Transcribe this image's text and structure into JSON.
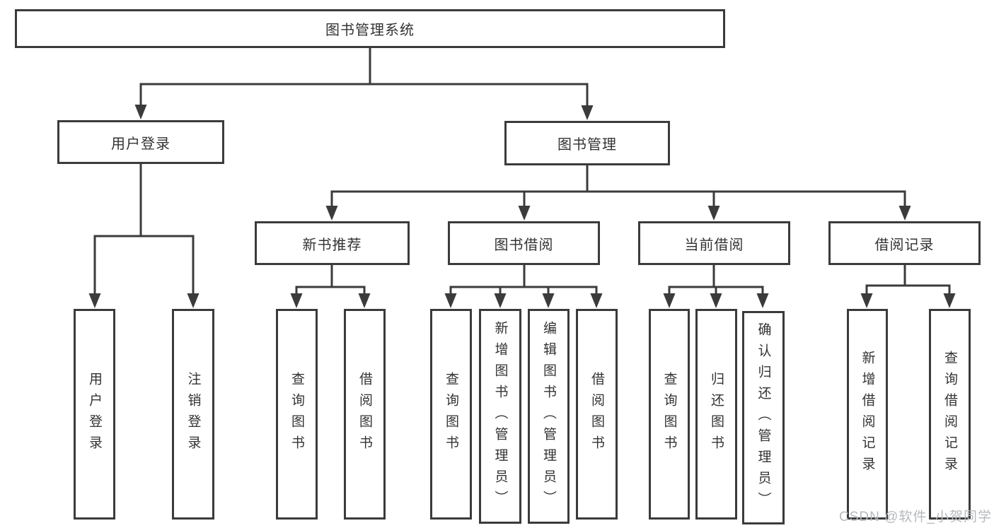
{
  "diagram_title": "图书管理系统",
  "nodes": {
    "root": "图书管理系统",
    "user_login": "用户登录",
    "book_management": "图书管理",
    "new_book_recommend": "新书推荐",
    "book_borrow": "图书借阅",
    "current_borrow": "当前借阅",
    "borrow_record": "借阅记录",
    "leaf_user_login": "用户登录",
    "leaf_logout": "注销登录",
    "leaf_query_book_recommend": "查询图书",
    "leaf_borrow_book_recommend": "借阅图书",
    "leaf_query_book_borrow": "查询图书",
    "leaf_add_book_admin": "新增图书（管理员）",
    "leaf_edit_book_admin": "编辑图书（管理员）",
    "leaf_borrow_book_borrow": "借阅图书",
    "leaf_query_book_current": "查询图书",
    "leaf_return_book": "归还图书",
    "leaf_confirm_return_admin": "确认归还（管理员）",
    "leaf_add_borrow_record": "新增借阅记录",
    "leaf_query_borrow_record": "查询借阅记录"
  },
  "watermark": "CSDN @软件_小贺同学",
  "colors": {
    "line": "#3b3b3b",
    "text": "#333333",
    "background": "#ffffff",
    "watermark": "#b5babd"
  }
}
